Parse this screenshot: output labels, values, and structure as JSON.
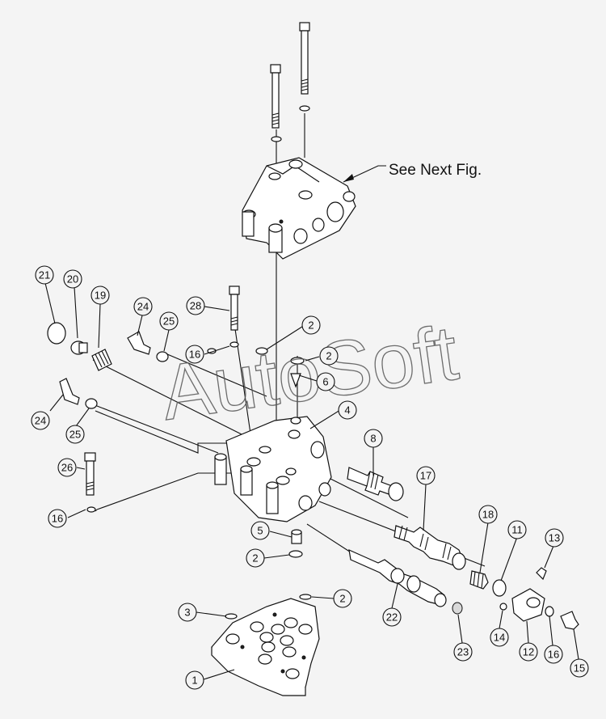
{
  "note_label": "See Next Fig.",
  "watermark": "AutoSoft",
  "callouts": [
    "21",
    "20",
    "19",
    "24",
    "25",
    "28",
    "16",
    "2",
    "2",
    "6",
    "24",
    "25",
    "4",
    "8",
    "26",
    "16",
    "17",
    "18",
    "11",
    "13",
    "5",
    "2",
    "3",
    "2",
    "22",
    "23",
    "14",
    "12",
    "16",
    "15",
    "1"
  ],
  "parts": [
    "upper-valve-body",
    "long-bolt",
    "short-bolt",
    "separator-plate",
    "lower-valve-body",
    "bottom-cover-plate",
    "spool-valve-8",
    "spool-valve-17",
    "spool-valve-22",
    "end-plug-12"
  ]
}
